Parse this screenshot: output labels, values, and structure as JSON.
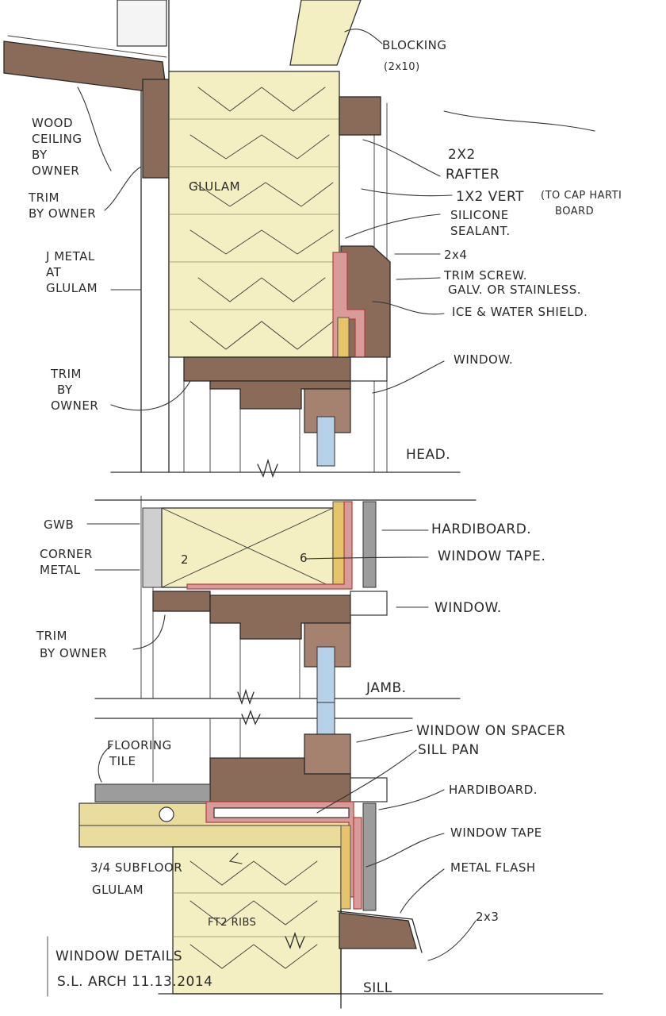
{
  "head": {
    "title": "HEAD.",
    "labels": {
      "blocking": "BLOCKING",
      "blocking_size": "(2x10)",
      "wood_ceiling": "WOOD CEILING BY OWNER",
      "trim_by_owner_1": "TRIM BY OWNER",
      "j_metal": "J METAL AT GLULAM",
      "glulam": "GLULAM",
      "rafter": "2X2 RAFTER",
      "vert": "1X2 VERT",
      "cap_note": "(TO CAP HARTI BOARD",
      "sealant": "SILICONE SEALANT.",
      "twobyfour": "2x4",
      "trim_screw": "TRIM SCREW. GALV. OR STAINLESS.",
      "ice_water": "ICE & WATER SHIELD.",
      "window": "WINDOW.",
      "trim_by_owner_2": "TRIM BY OWNER"
    }
  },
  "jamb": {
    "title": "JAMB.",
    "labels": {
      "gwb": "GWB",
      "corner_metal": "CORNER METAL",
      "trim_by_owner": "TRIM BY OWNER",
      "hardiboard": "HARDIBOARD.",
      "window_tape": "WINDOW TAPE.",
      "window": "WINDOW.",
      "stud_mark_a": "2",
      "stud_mark_b": "6"
    }
  },
  "sill": {
    "title": "SILL",
    "labels": {
      "flooring_tile": "FLOORING TILE",
      "window_on_spacer": "WINDOW ON SPACER",
      "sill_pan": "SILL PAN",
      "hardiboard": "HARDIBOARD.",
      "window_tape": "WINDOW TAPE",
      "metal_flash": "METAL FLASH",
      "subfloor": "3/4 SUBFLOOR",
      "glulam": "GLULAM",
      "twobythree": "2x3",
      "rib_note": "FT2 RIBS"
    }
  },
  "title_block": {
    "line1": "WINDOW DETAILS",
    "line2": "S.L. ARCH 11.13.2014"
  },
  "colors": {
    "glulam": "#f3efc2",
    "wood": "#8a6a58",
    "membrane": "#d99a9a",
    "glass": "#b7d2e8",
    "ink": "#2a2a2a"
  }
}
